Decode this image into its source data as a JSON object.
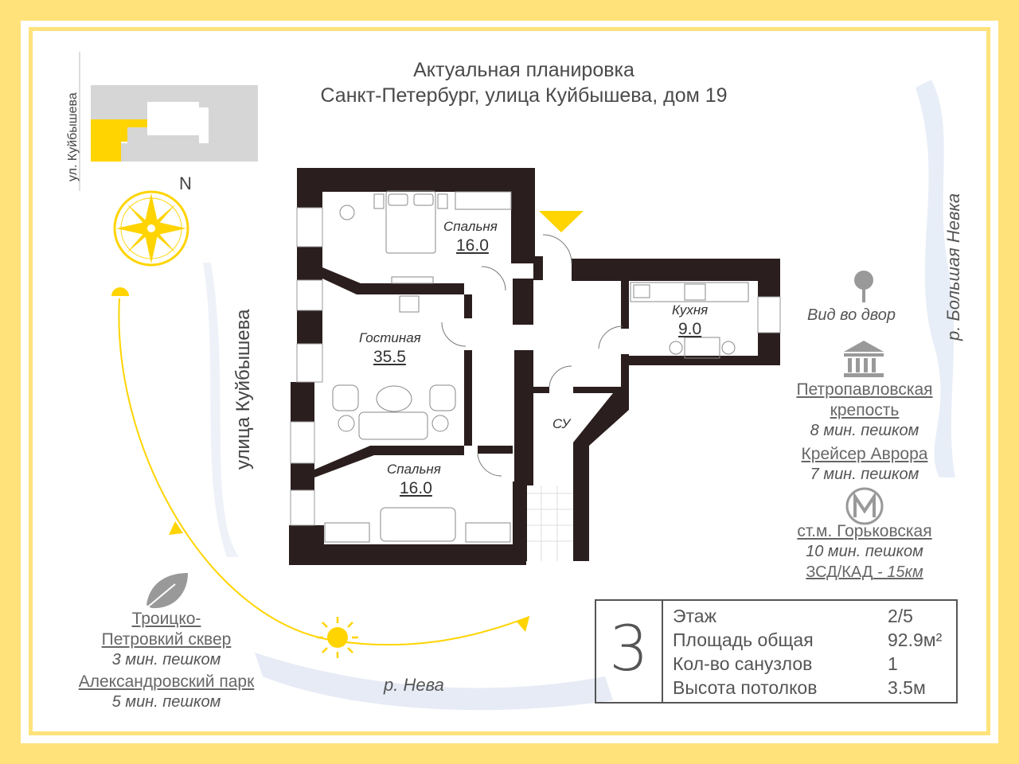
{
  "header": {
    "line1": "Актуальная планировка",
    "line2": "Санкт-Петербург, улица Куйбышева, дом 19"
  },
  "location_map": {
    "street_small": "ул. Куйбышева",
    "north_label": "N"
  },
  "streets": {
    "main": "улица Куйбышева",
    "river_right": "р. Большая Невка",
    "river_bottom": "р. Нева"
  },
  "rooms": [
    {
      "name": "Спальня",
      "area": "16.0"
    },
    {
      "name": "Гостиная",
      "area": "35.5"
    },
    {
      "name": "Кухня",
      "area": "9.0"
    },
    {
      "name": "Спальня",
      "area": "16.0"
    },
    {
      "name": "СУ"
    }
  ],
  "view": {
    "label": "Вид во двор",
    "icon": "map-pin-icon"
  },
  "poi_right": [
    {
      "name_lines": [
        "Петропавловская",
        "крепость"
      ],
      "time": "8 мин. пешком",
      "icon": "museum-icon"
    },
    {
      "name_lines": [
        "Крейсер Аврора"
      ],
      "time": "7 мин. пешком"
    },
    {
      "name_lines": [
        "ст.м. Горьковская"
      ],
      "time": "10 мин. пешком",
      "icon": "metro-icon"
    },
    {
      "name_lines": [
        "ЗСД/КАД"
      ],
      "time": " - 15км"
    }
  ],
  "poi_left": [
    {
      "name_lines": [
        "Троицко-",
        "Петровкий сквер"
      ],
      "time": "3 мин. пешком",
      "icon": "leaf-icon"
    },
    {
      "name_lines": [
        "Александровский парк"
      ],
      "time": "5 мин. пешком"
    }
  ],
  "info": {
    "rooms_count": "3",
    "rows": [
      {
        "label": "Этаж",
        "value": "2/5"
      },
      {
        "label": "Площадь общая",
        "value": "92.9м²"
      },
      {
        "label": "Кол-во санузлов",
        "value": "1"
      },
      {
        "label": "Высота потолков",
        "value": "3.5м"
      }
    ]
  },
  "colors": {
    "accent": "#ffd400",
    "frame": "#ffe27a",
    "wall": "#2b1e1e",
    "text": "#4a4a4a",
    "water": "#dfe6f2"
  }
}
